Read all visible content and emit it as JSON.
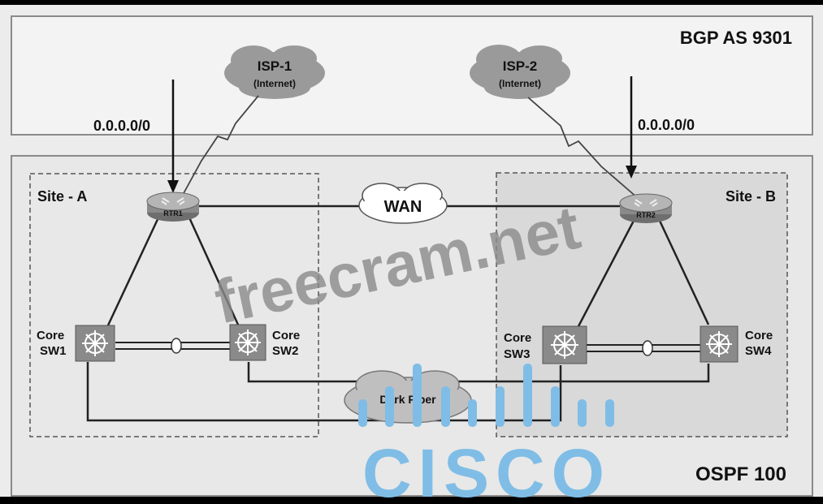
{
  "bgp_label": "BGP AS 9301",
  "ospf_label": "OSPF 100",
  "isp1": {
    "name": "ISP-1",
    "sub": "(Internet)"
  },
  "isp2": {
    "name": "ISP-2",
    "sub": "(Internet)"
  },
  "default_route_left": "0.0.0.0/0",
  "default_route_right": "0.0.0.0/0",
  "site_a": "Site - A",
  "site_b": "Site - B",
  "wan": "WAN",
  "dark_fiber": "Dark Fiber",
  "rtr1": "RTR1",
  "rtr2": "RTR2",
  "sw1": {
    "line1": "Core",
    "line2": "SW1"
  },
  "sw2": {
    "line1": "Core",
    "line2": "SW2"
  },
  "sw3": {
    "line1": "Core",
    "line2": "SW3"
  },
  "sw4": {
    "line1": "Core",
    "line2": "SW4"
  },
  "watermark": "freecram.net",
  "logo_text": "CISCO",
  "colors": {
    "logo": "#7fbde6",
    "background": "#ececec",
    "site_b_fill": "#d9d9d9",
    "watermark": "#8a8a8a"
  }
}
